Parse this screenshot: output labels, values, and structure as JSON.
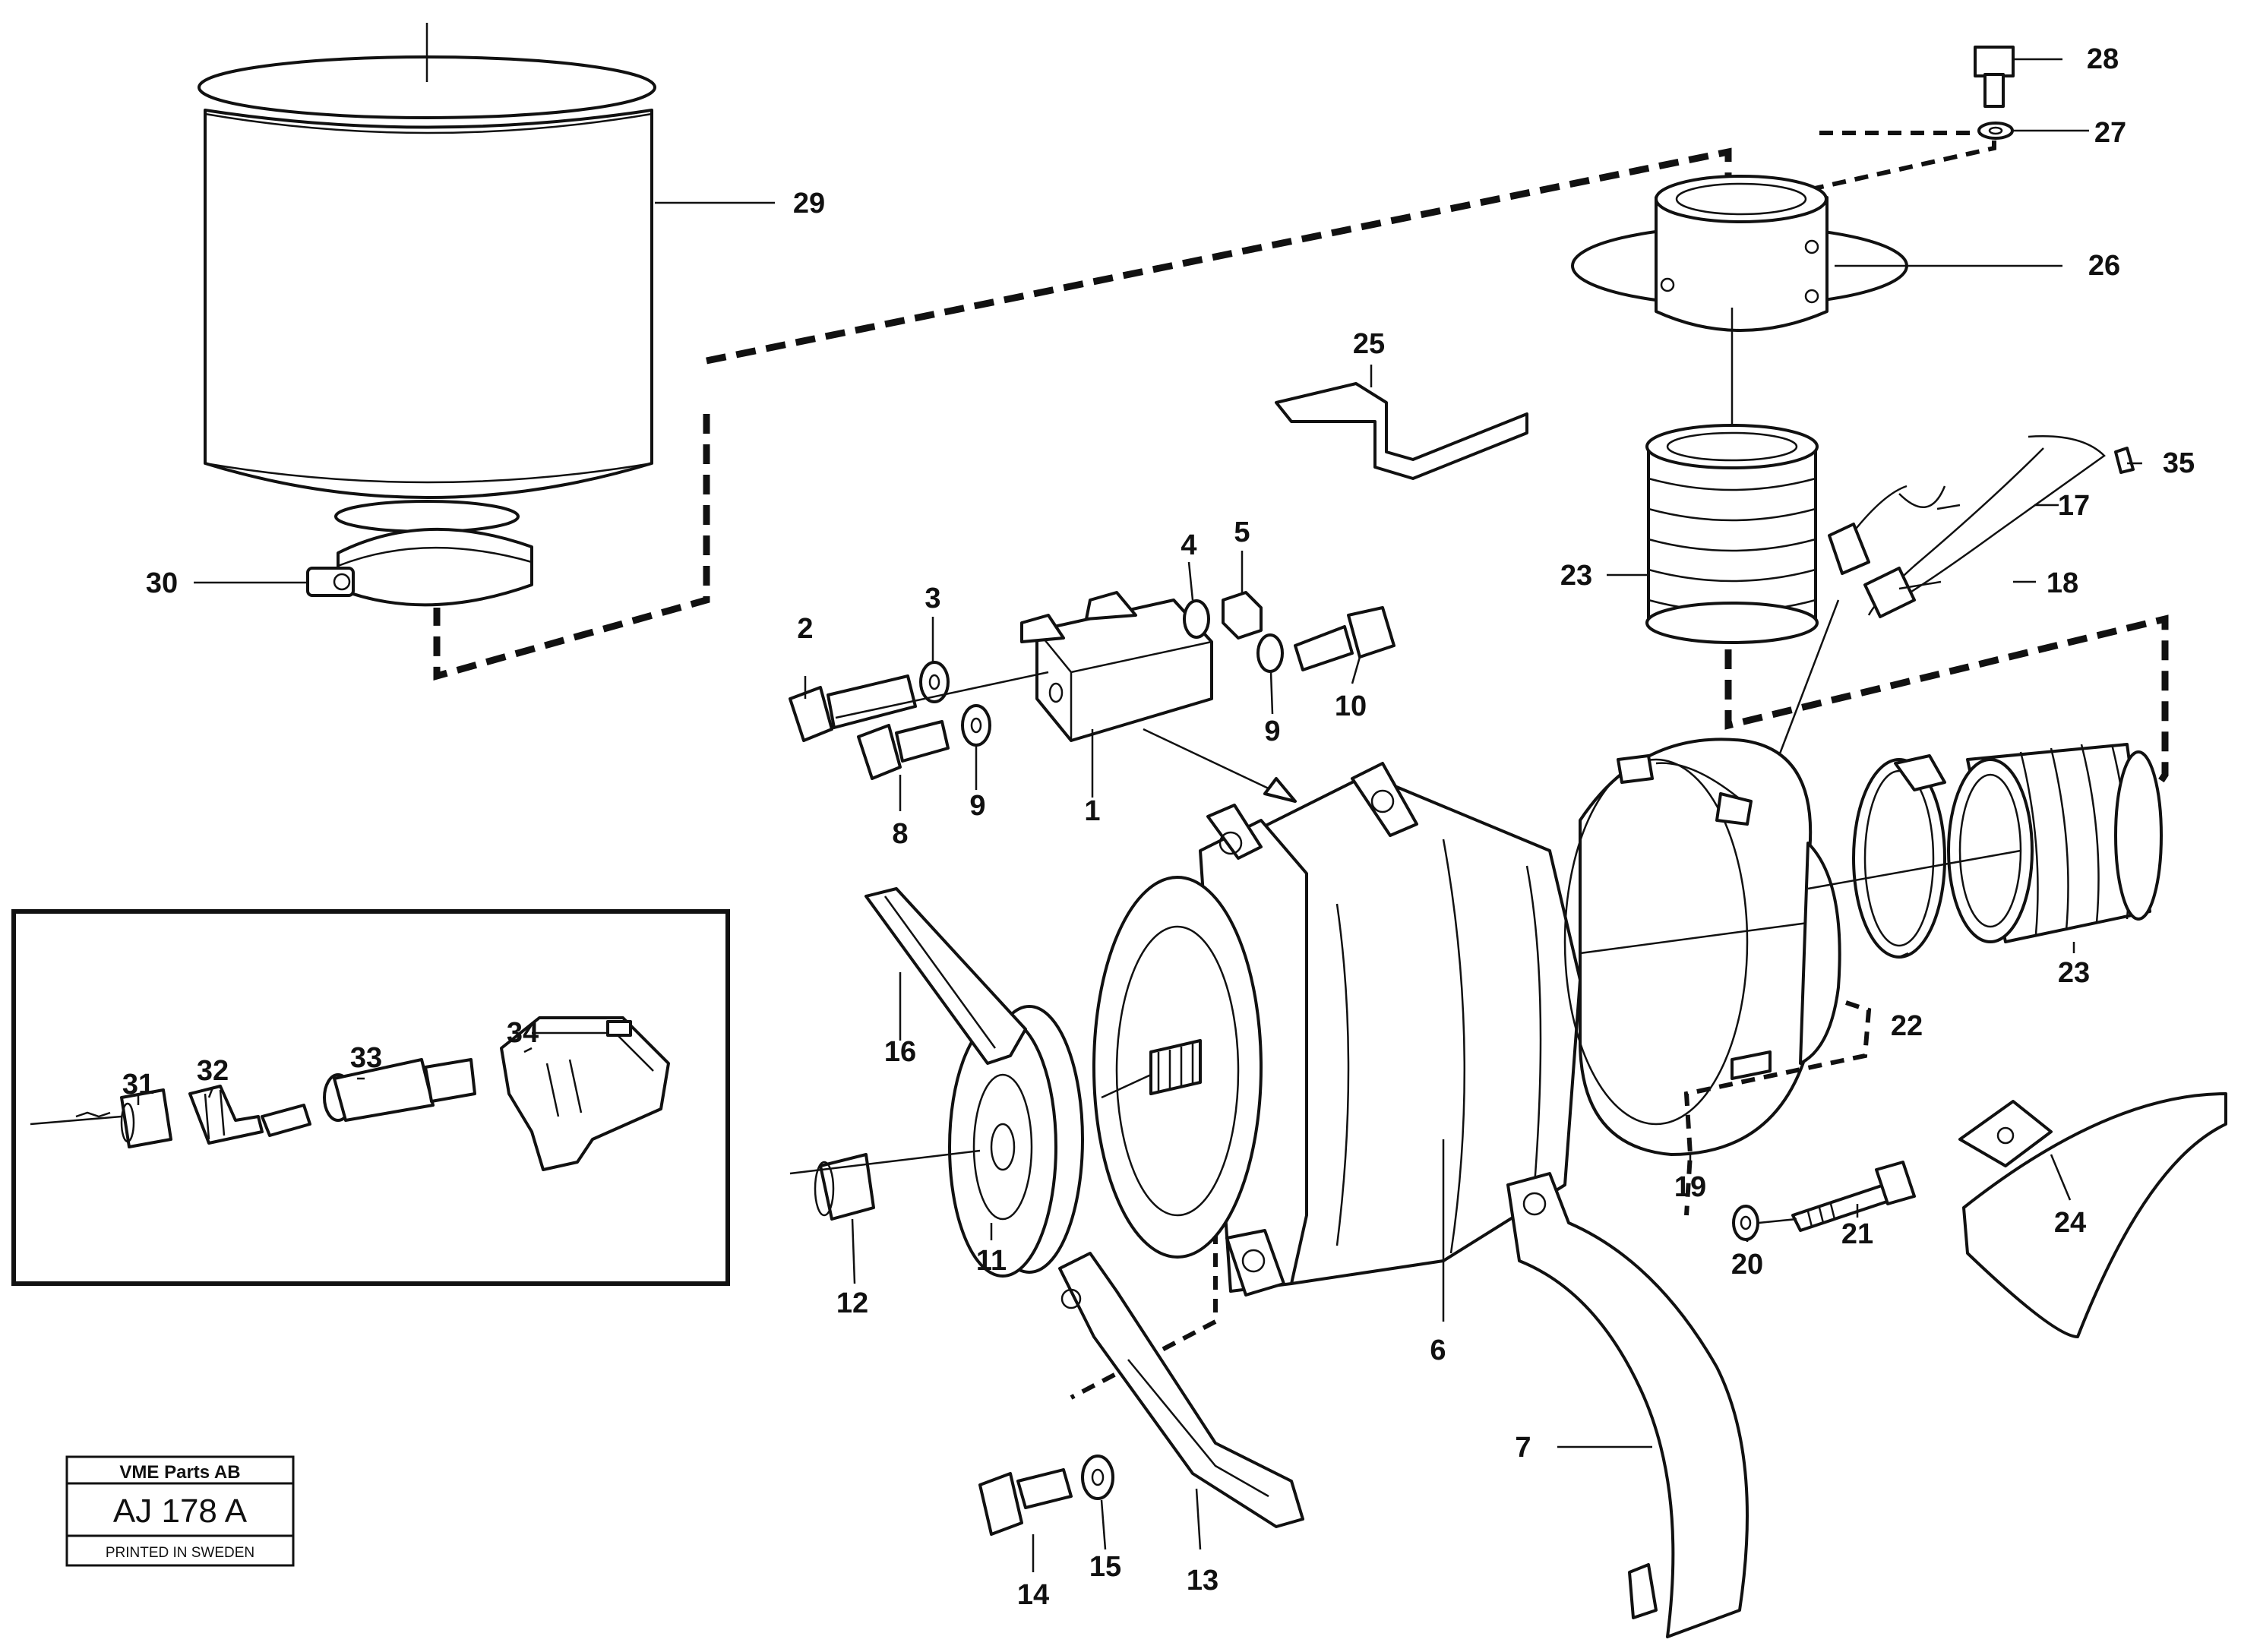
{
  "callouts": [
    "1",
    "2",
    "3",
    "4",
    "5",
    "6",
    "7",
    "8",
    "9",
    "9",
    "10",
    "11",
    "12",
    "13",
    "14",
    "15",
    "16",
    "17",
    "18",
    "19",
    "20",
    "21",
    "22",
    "23",
    "23",
    "24",
    "25",
    "26",
    "27",
    "28",
    "29",
    "30",
    "31",
    "32",
    "33",
    "34",
    "35"
  ],
  "title_block": {
    "company": "VME Parts AB",
    "drawing_number": "AJ 178 A",
    "printed": "PRINTED IN SWEDEN"
  }
}
